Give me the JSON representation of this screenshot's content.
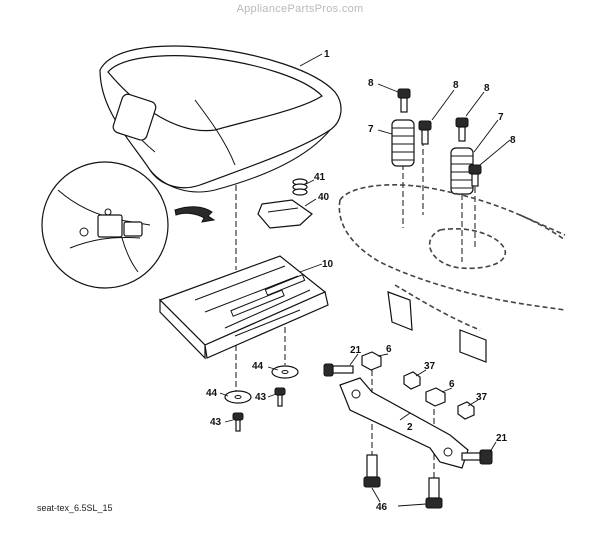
{
  "header": {
    "watermark": "AppliancePartsPros.com"
  },
  "footer": {
    "diagram_code": "seat-tex_6.5SL_15"
  },
  "callouts": [
    {
      "id": "c1",
      "label": "1"
    },
    {
      "id": "c2",
      "label": "2"
    },
    {
      "id": "c6a",
      "label": "6"
    },
    {
      "id": "c6b",
      "label": "6"
    },
    {
      "id": "c7a",
      "label": "7"
    },
    {
      "id": "c7b",
      "label": "7"
    },
    {
      "id": "c8a",
      "label": "8"
    },
    {
      "id": "c8b",
      "label": "8"
    },
    {
      "id": "c8c",
      "label": "8"
    },
    {
      "id": "c8d",
      "label": "8"
    },
    {
      "id": "c10",
      "label": "10"
    },
    {
      "id": "c21a",
      "label": "21"
    },
    {
      "id": "c21b",
      "label": "21"
    },
    {
      "id": "c37a",
      "label": "37"
    },
    {
      "id": "c37b",
      "label": "37"
    },
    {
      "id": "c40",
      "label": "40"
    },
    {
      "id": "c41",
      "label": "41"
    },
    {
      "id": "c43a",
      "label": "43"
    },
    {
      "id": "c43b",
      "label": "43"
    },
    {
      "id": "c44a",
      "label": "44"
    },
    {
      "id": "c44b",
      "label": "44"
    },
    {
      "id": "c46",
      "label": "46"
    }
  ]
}
